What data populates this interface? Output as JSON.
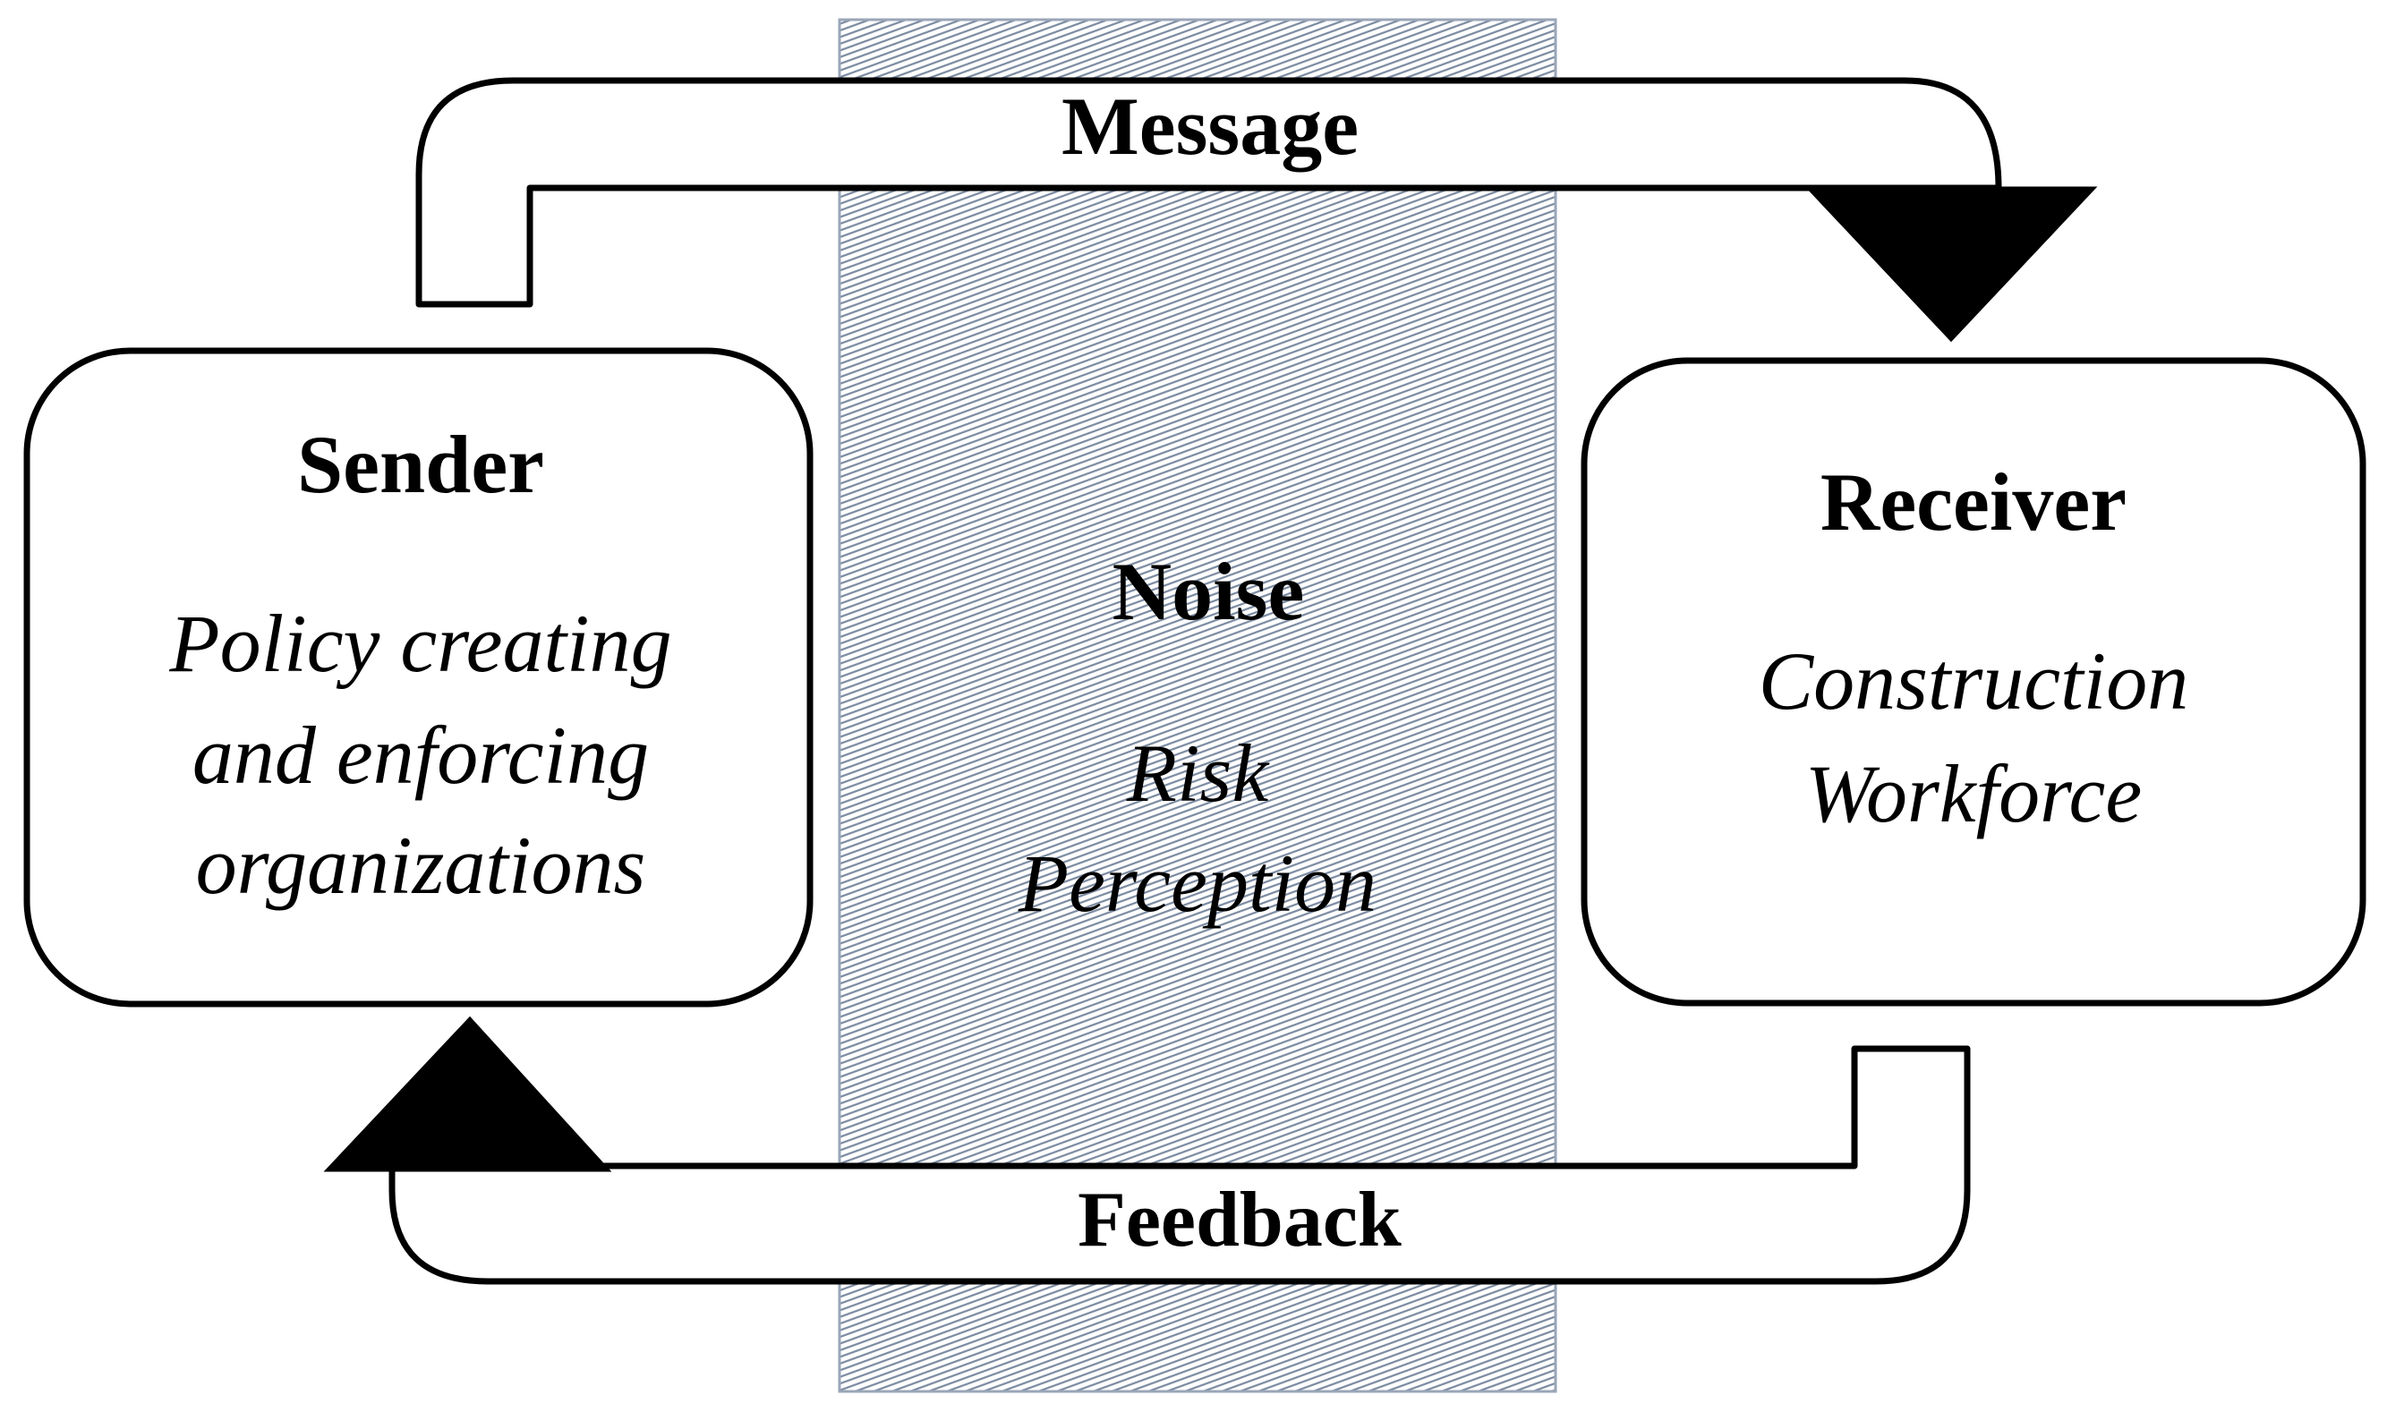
{
  "diagram": {
    "message_label": "Message",
    "feedback_label": "Feedback",
    "sender": {
      "title": "Sender",
      "description_lines": [
        "Policy creating",
        "and enforcing",
        "organizations"
      ]
    },
    "receiver": {
      "title": "Receiver",
      "description_lines": [
        "Construction",
        "Workforce"
      ]
    },
    "noise": {
      "title": "Noise",
      "description_lines": [
        "Risk",
        "Perception"
      ]
    }
  },
  "colors": {
    "stroke": "#000000",
    "background": "#ffffff",
    "noise_hatch": "#7a8aa0"
  }
}
